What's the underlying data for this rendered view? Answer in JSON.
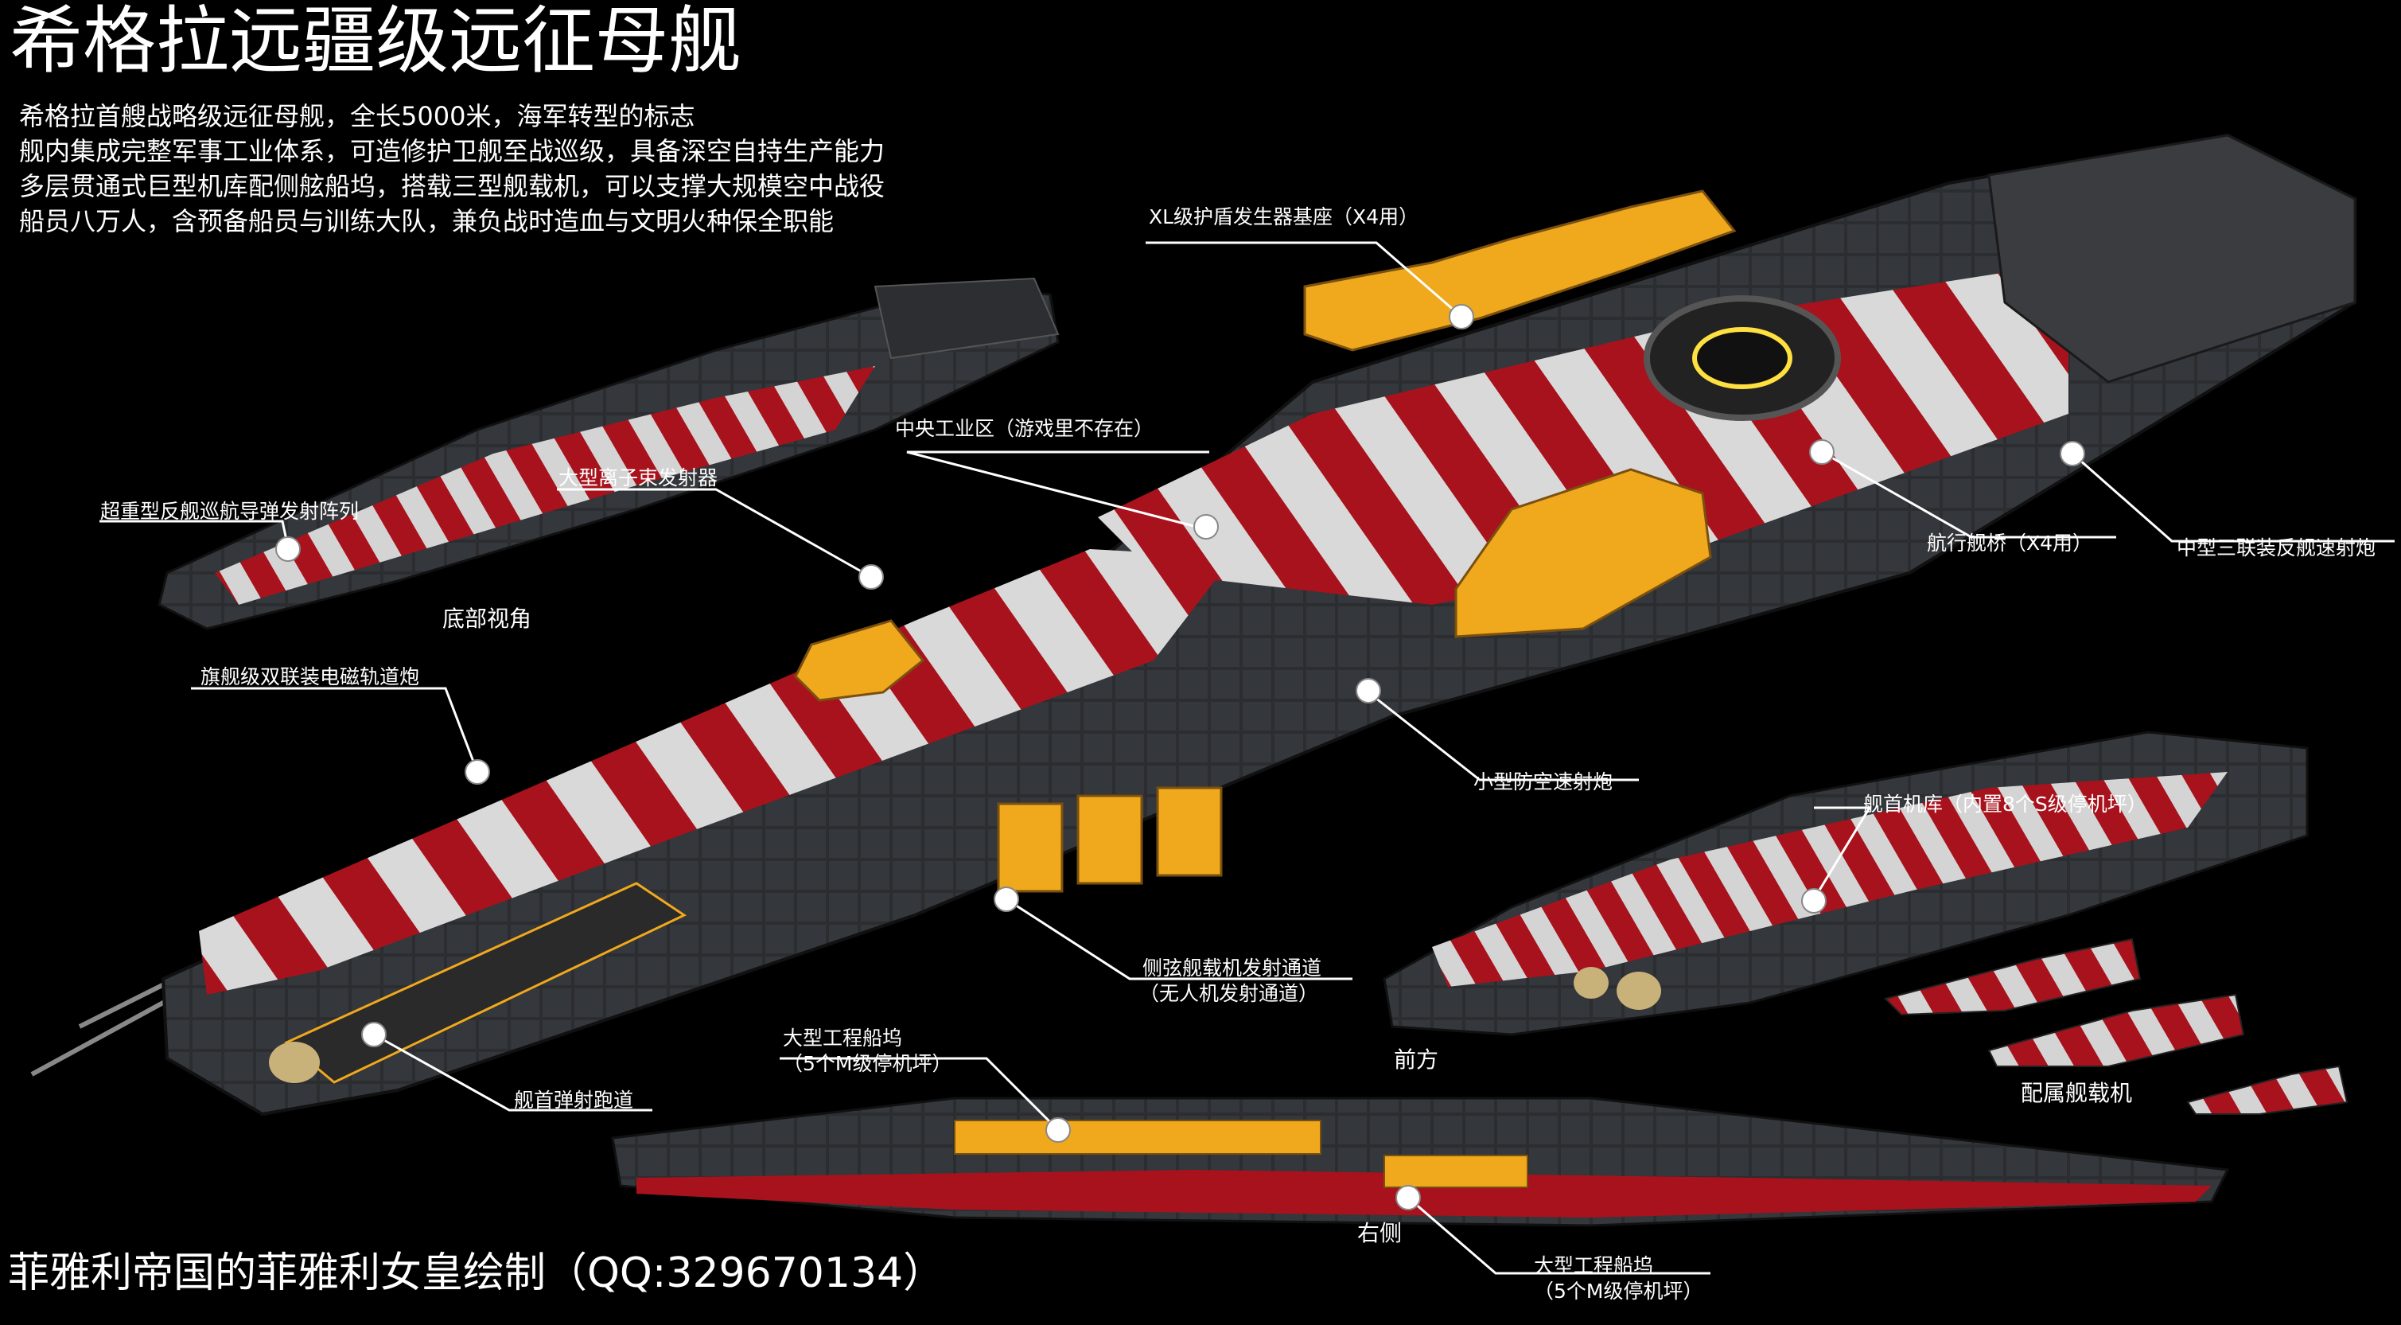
{
  "header": {
    "title": "希格拉远疆级远征母舰",
    "description": [
      "希格拉首艘战略级远征母舰，全长5000米，海军转型的标志",
      "舰内集成完整军事工业体系，可造修护卫舰至战巡级，具备深空自持生产能力",
      "多层贯通式巨型机库配侧舷船坞，搭载三型舰载机，可以支撑大规模空中战役",
      "船员八万人，含预备船员与训练大队，兼负战时造血与文明火种保全职能"
    ]
  },
  "labels": {
    "shield": "XL级护盾发生器基座（X4用）",
    "central_industry": "中央工业区（游戏里不存在）",
    "ion_cannon": "大型离子束发射器",
    "missile_array": "超重型反舰巡航导弹发射阵列",
    "bridge": "航行舰桥（X4用）",
    "medium_turret": "中型三联装反舰速射炮",
    "railgun": "旗舰级双联装电磁轨道炮",
    "aa_gun": "小型防空速射炮",
    "bow_hangar": "舰首机库（内置8个S级停机坪）",
    "side_launch_1": "侧弦舰载机发射通道",
    "side_launch_2": "（无人机发射通道）",
    "bow_catapult": "舰首弹射跑道",
    "dock_top_1": "大型工程船坞",
    "dock_top_2": "（5个M级停机坪）",
    "dock_bottom_1": "大型工程船坞",
    "dock_bottom_2": "（5个M级停机坪）"
  },
  "views": {
    "bottom": "底部视角",
    "front": "前方",
    "right": "右侧",
    "carriers": "配属舰载机"
  },
  "footer": {
    "credit": "菲雅利帝国的菲雅利女皇绘制（QQ:329670134）"
  },
  "colors": {
    "background": "#000000",
    "hull_dark": "#2b2d30",
    "hull_red": "#a8121c",
    "hull_white": "#d9d9d9",
    "accent_yellow": "#f0a81c",
    "glow_cyan": "#38f0d0",
    "text": "#ffffff"
  }
}
